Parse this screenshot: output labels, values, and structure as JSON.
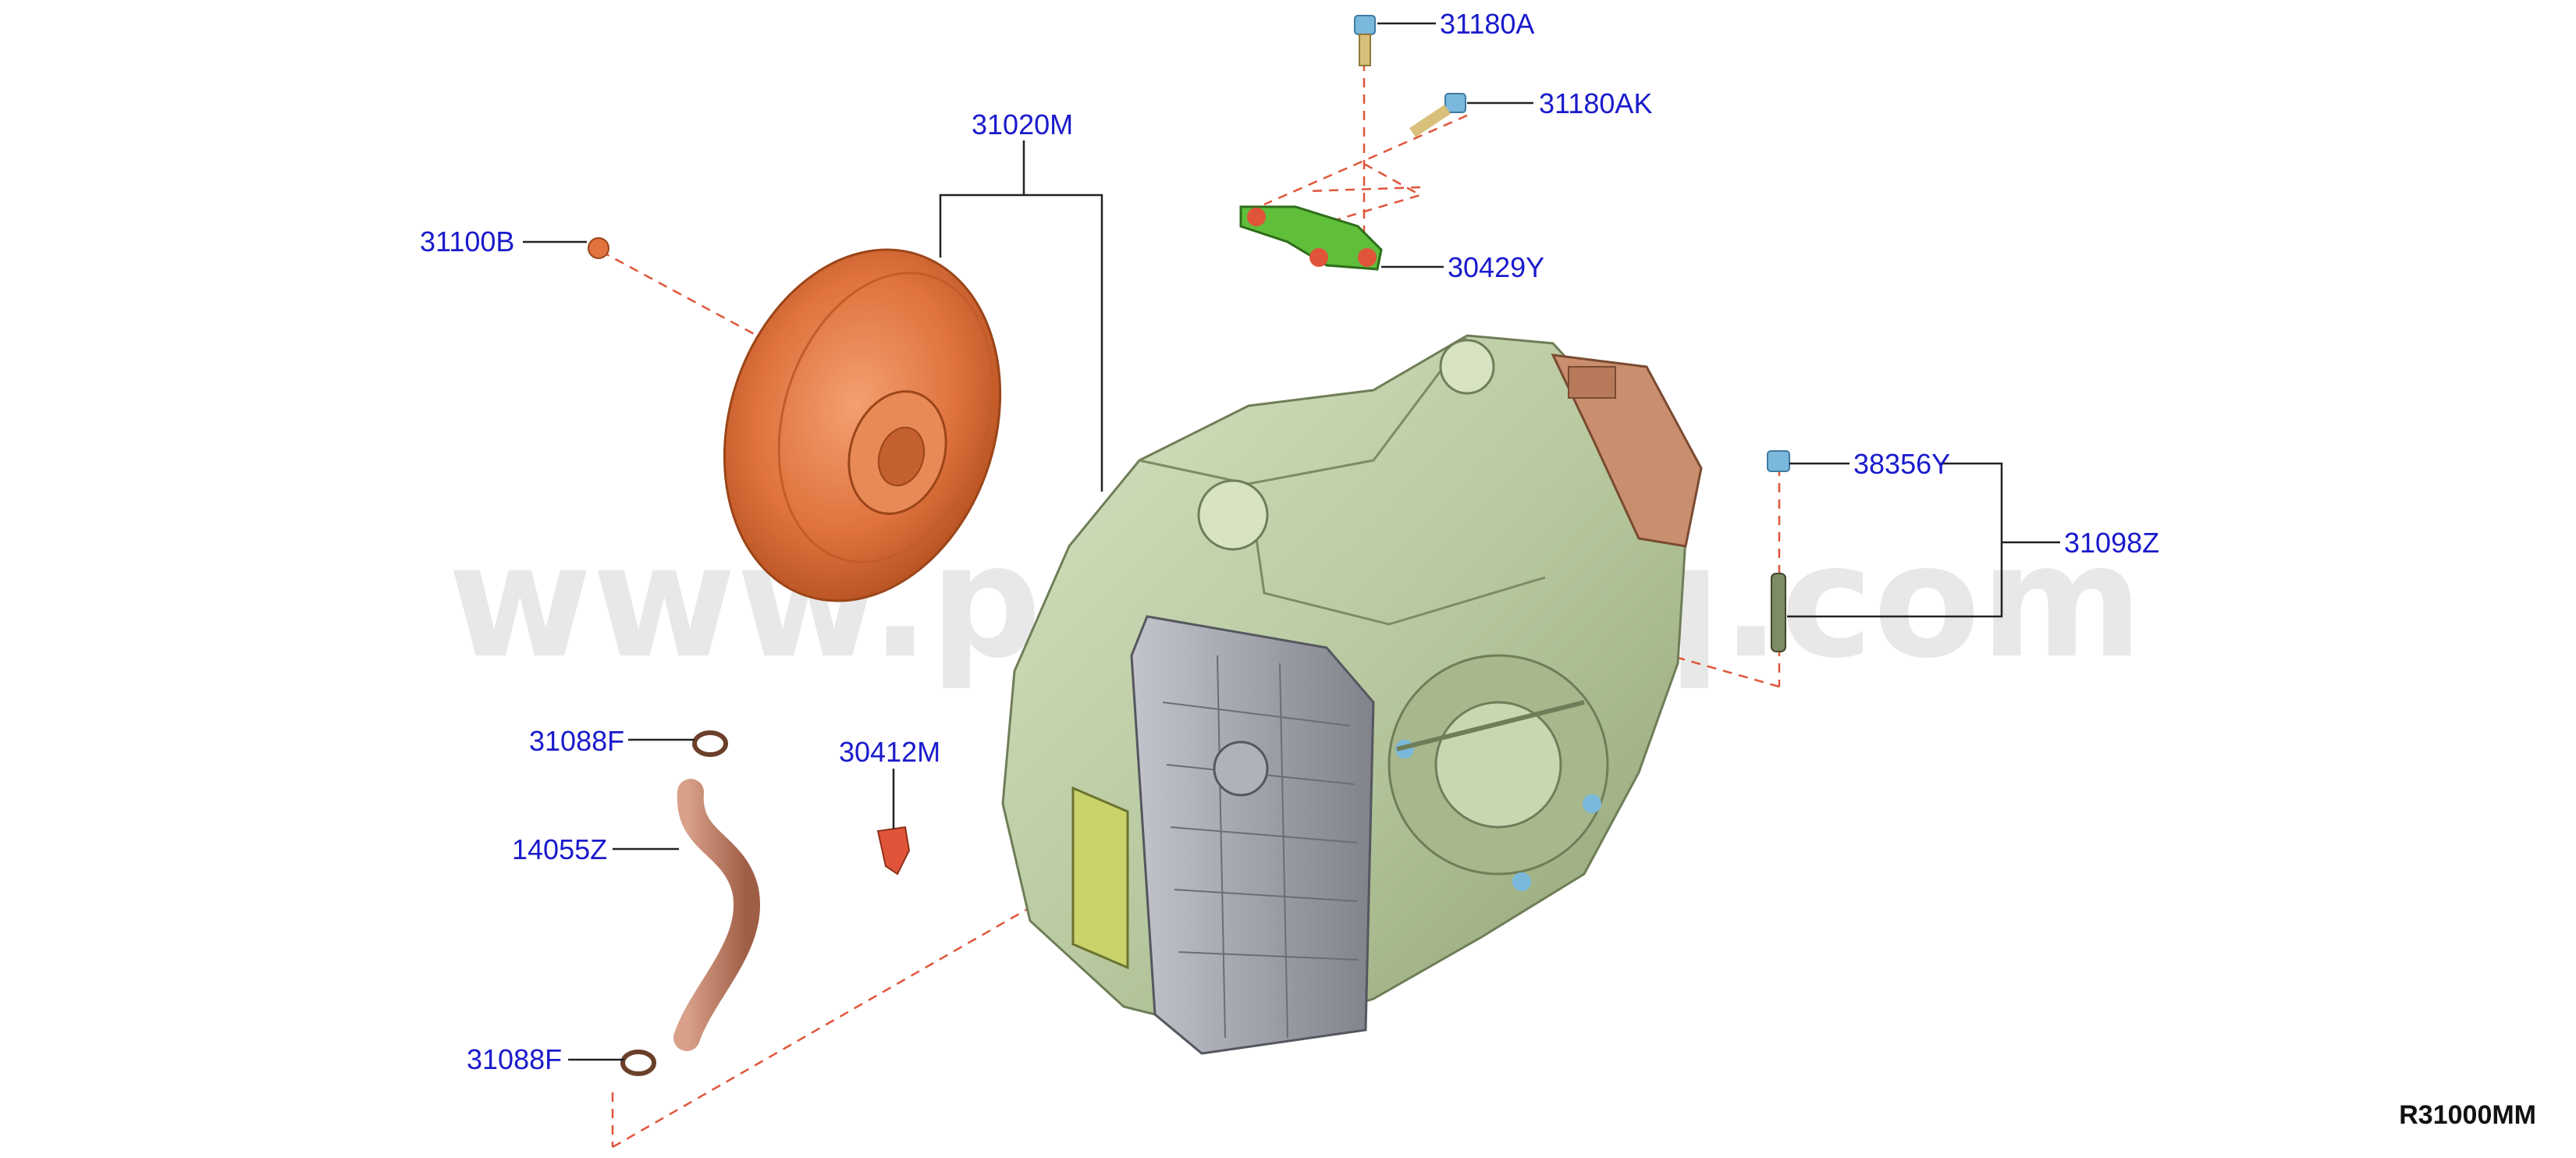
{
  "watermark": {
    "text": "www.partsouq.com"
  },
  "diagram_code": "R31000MM",
  "colors": {
    "label": "#1a1acc",
    "leader": "#222222",
    "dash": "#e0553a",
    "housing": "#b9c9a2",
    "converter": "#e0733e",
    "bracket": "#5fbf3a",
    "bolt": "#7ab9dc",
    "pan": "#9a9ca6"
  },
  "callouts": [
    {
      "id": "31180A",
      "text": "31180A"
    },
    {
      "id": "31180AK",
      "text": "31180AK"
    },
    {
      "id": "31020M",
      "text": "31020M"
    },
    {
      "id": "31100B",
      "text": "31100B"
    },
    {
      "id": "30429Y",
      "text": "30429Y"
    },
    {
      "id": "38356Y",
      "text": "38356Y"
    },
    {
      "id": "31098Z",
      "text": "31098Z"
    },
    {
      "id": "31088F_a",
      "text": "31088F"
    },
    {
      "id": "30412M",
      "text": "30412M"
    },
    {
      "id": "14055Z",
      "text": "14055Z"
    },
    {
      "id": "31088F_b",
      "text": "31088F"
    }
  ]
}
